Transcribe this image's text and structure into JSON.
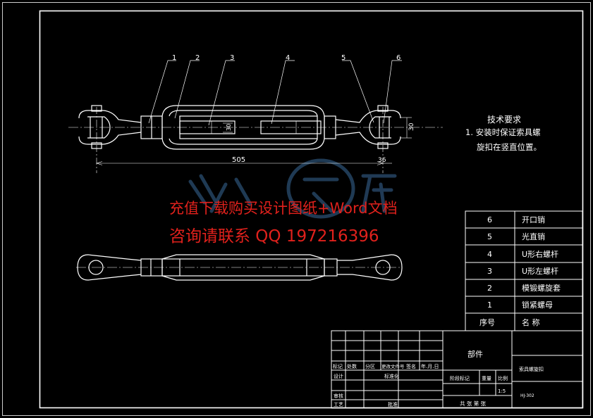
{
  "drawing": {
    "balloons": [
      "1",
      "2",
      "3",
      "4",
      "5",
      "6"
    ],
    "dimensions": {
      "overall_length": "505",
      "pin_offset": "36",
      "hole_diameter": "30"
    },
    "tech_requirements": {
      "title": "技术要求",
      "line1": "1. 安装时保证索具螺",
      "line2": "旋扣在竖直位置。"
    }
  },
  "parts_list": {
    "rows": [
      {
        "no": "6",
        "name": "开口销"
      },
      {
        "no": "5",
        "name": "光直销"
      },
      {
        "no": "4",
        "name": "U形右螺杆"
      },
      {
        "no": "3",
        "name": "U形左螺杆"
      },
      {
        "no": "2",
        "name": "模锻螺旋套"
      },
      {
        "no": "1",
        "name": "锁紧螺母"
      }
    ],
    "header": {
      "no": "序号",
      "name": "名  称"
    }
  },
  "title_block": {
    "part_label": "部件",
    "drawing_name": "索具螺旋扣",
    "drawing_code": "HJ-302",
    "scale": "1:5",
    "labels": {
      "revision": "标记",
      "count": "处数",
      "zone": "分区",
      "change_doc": "更改文件号",
      "signature": "签名",
      "date": "年.月.日",
      "design": "设计",
      "standardize": "标准化",
      "stage_mark": "阶段标记",
      "weight": "重量",
      "ratio": "比例",
      "review": "审核",
      "process": "工艺",
      "approve": "批准",
      "sheets": "共  张  第  张"
    }
  },
  "watermark": {
    "line1": "充值下载购买设计图纸+Word文档",
    "line2": "咨询请联系  QQ 197216396"
  },
  "colors": {
    "background": "#000000",
    "lines": "#ffffff",
    "watermark_text": "#e0211c",
    "watermark_logo": "#3a6a9a"
  }
}
